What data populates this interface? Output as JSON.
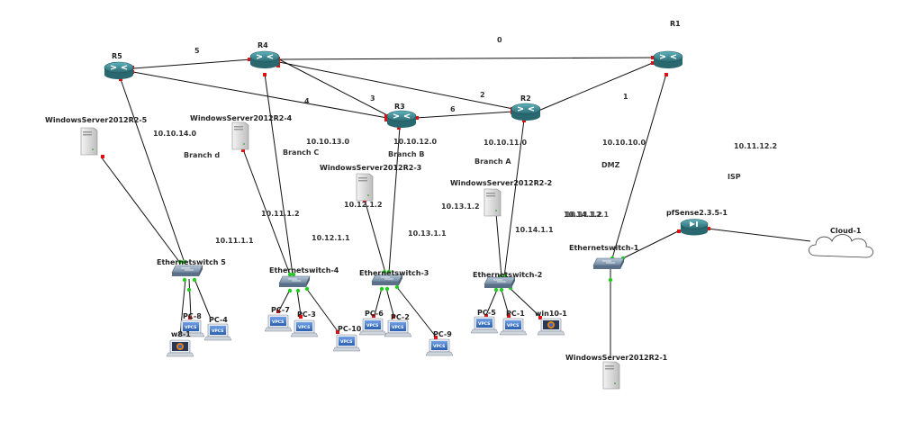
{
  "colors": {
    "router": "#3d8d96",
    "router_dark": "#2a6870",
    "switch": "#7f97b0",
    "link": "#111111",
    "port_up": "#22cc22",
    "port_down": "#dd1111",
    "vpcs": "#3a6fc4",
    "server": "#d8d8d8",
    "firewall": "#3d8d96",
    "cloud": "#ffffff"
  },
  "nodes": {
    "r1": {
      "label": "R1",
      "icon": "router-icon"
    },
    "r2": {
      "label": "R2",
      "icon": "router-icon"
    },
    "r3": {
      "label": "R3",
      "icon": "router-icon"
    },
    "r4": {
      "label": "R4",
      "icon": "router-icon"
    },
    "r5": {
      "label": "R5",
      "icon": "router-icon"
    },
    "pfsense": {
      "label": "pfSense2.3.5-1",
      "icon": "firewall-icon"
    },
    "cloud1": {
      "label": "Cloud-1",
      "icon": "cloud-icon"
    },
    "sw1": {
      "label": "Ethernetswitch-1",
      "icon": "switch-icon"
    },
    "sw2": {
      "label": "Ethernetswitch-2",
      "icon": "switch-icon"
    },
    "sw3": {
      "label": "Ethernetswitch-3",
      "icon": "switch-icon"
    },
    "sw4": {
      "label": "Ethernetswitch-4",
      "icon": "switch-icon"
    },
    "sw5": {
      "label": "Ethernetswitch 5",
      "icon": "switch-icon"
    },
    "ws1": {
      "label": "WindowsServer2012R2-1",
      "icon": "server-icon"
    },
    "ws2": {
      "label": "WindowsServer2012R2-2",
      "icon": "server-icon"
    },
    "ws3": {
      "label": "WindowsServer2012R2-3",
      "icon": "server-icon"
    },
    "ws4": {
      "label": "WindowsServer2012R2-4",
      "icon": "server-icon"
    },
    "ws5": {
      "label": "WindowsServer2012R2-5",
      "icon": "server-icon"
    },
    "pc1": {
      "label": "PC-1",
      "icon": "vpcs-icon"
    },
    "pc2": {
      "label": "PC-2",
      "icon": "vpcs-icon"
    },
    "pc3": {
      "label": "PC-3",
      "icon": "vpcs-icon"
    },
    "pc4": {
      "label": "PC-4",
      "icon": "vpcs-icon"
    },
    "pc5": {
      "label": "PC-5",
      "icon": "vpcs-icon"
    },
    "pc6": {
      "label": "PC-6",
      "icon": "vpcs-icon"
    },
    "pc7": {
      "label": "PC-7",
      "icon": "vpcs-icon"
    },
    "pc8": {
      "label": "PC-8",
      "icon": "vpcs-icon"
    },
    "pc9": {
      "label": "PC-9",
      "icon": "vpcs-icon"
    },
    "pc10": {
      "label": "PC-10",
      "icon": "vpcs-icon"
    },
    "win10": {
      "label": "win10-1",
      "icon": "workstation-icon"
    },
    "w8": {
      "label": "w8-1",
      "icon": "workstation-icon"
    }
  },
  "vpcs_badge": "VPCS",
  "link_labels": {
    "r1_r4": "0",
    "r1_r2": "1",
    "r2_r4": "2",
    "r3_r4": "3",
    "r3_r5": "4",
    "r4_r5": "5",
    "r2_r3": "6"
  },
  "network_labels": {
    "net_10_10_14_0": "10.10.14.0",
    "net_10_10_13_0": "10.10.13.0",
    "net_10_10_12_0": "10.10.12.0",
    "net_10_10_11_0": "10.10.11.0",
    "net_10_10_10_0": "10.10.10.0",
    "net_10_11_12_2": "10.11.12.2",
    "net_10_11_1_2": "10.11.1.2",
    "net_10_11_1_1": "10.11.1.1",
    "net_10_12_1_1": "10.12.1.1",
    "net_10_12_1_2": "10.12.1.2",
    "net_10_13_1_2": "10.13.1.2",
    "net_10_13_1_1": "10.13.1.1",
    "net_10_14_1_1": "10.14.1.1",
    "net_overlap_dmz": "10.14.1.2",
    "net_overlap_dmz_b": "10.11.12.1"
  },
  "zone_labels": {
    "branch_a": "Branch A",
    "branch_b": "Branch B",
    "branch_c": "Branch C",
    "branch_d": "Branch d",
    "dmz": "DMZ",
    "isp": "ISP"
  }
}
